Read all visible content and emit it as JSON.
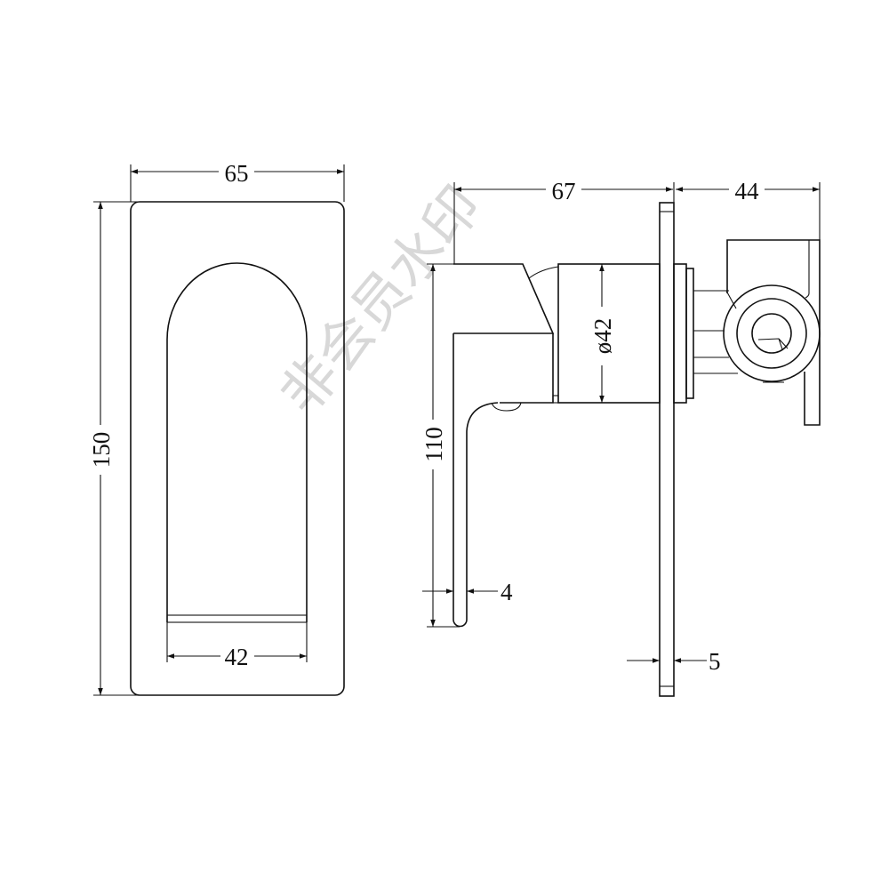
{
  "front_view": {
    "width_label": "65",
    "height_label": "150",
    "opening_width_label": "42"
  },
  "side_view": {
    "depth_label": "67",
    "rear_depth_label": "44",
    "diameter_label": "ø42",
    "lever_height_label": "110",
    "lever_thickness_label": "4",
    "plate_thickness_label": "5"
  },
  "watermark": "非会员水印",
  "colors": {
    "line": "#111111",
    "watermark": "#c8c8c8"
  }
}
